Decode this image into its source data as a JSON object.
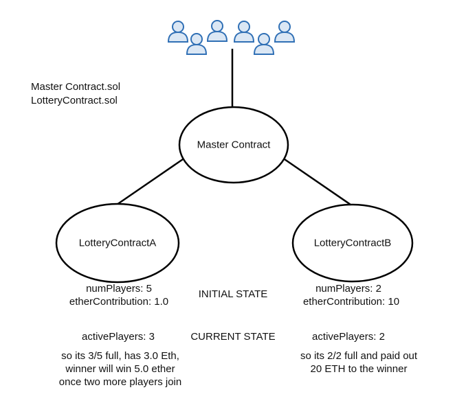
{
  "files": {
    "line1": "Master Contract.sol",
    "line2": "LotteryContract.sol"
  },
  "nodes": {
    "master": "Master Contract",
    "lottery_a": "LotteryContractA",
    "lottery_b": "LotteryContractB"
  },
  "icons": {
    "users": "user-icon",
    "stroke_color": "#2f6fb5",
    "fill_color": "#dbe7f4"
  },
  "state_labels": {
    "initial": "INITIAL STATE",
    "current": "CURRENT STATE"
  },
  "lottery_a": {
    "num_players": "numPlayers: 5",
    "ether_contribution": "etherContribution: 1.0",
    "active_players": "activePlayers: 3",
    "note_line1": "so its 3/5 full, has 3.0 Eth,",
    "note_line2": "winner will win 5.0 ether",
    "note_line3": "once two more players join"
  },
  "lottery_b": {
    "num_players": "numPlayers: 2",
    "ether_contribution": "etherContribution: 10",
    "active_players": "activePlayers: 2",
    "note_line1": "so its 2/2 full and paid out",
    "note_line2": "20 ETH to the winner"
  }
}
